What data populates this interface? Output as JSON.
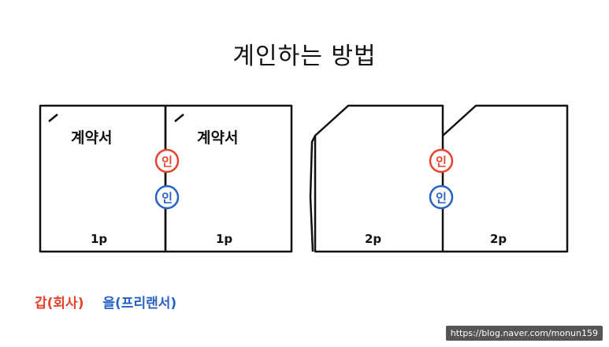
{
  "title": "계인하는 방법",
  "documents": {
    "doc1_label": "계약서",
    "doc2_label": "계약서",
    "page1_a": "1p",
    "page1_b": "1p",
    "page2_a": "2p",
    "page2_b": "2p",
    "seal_char": "인"
  },
  "legend": {
    "party_a": "갑(회사)",
    "party_b": "을(프리랜서)"
  },
  "colors": {
    "party_a": "#e8412c",
    "party_b": "#2761c4"
  },
  "watermark": "https://blog.naver.com/monun159"
}
